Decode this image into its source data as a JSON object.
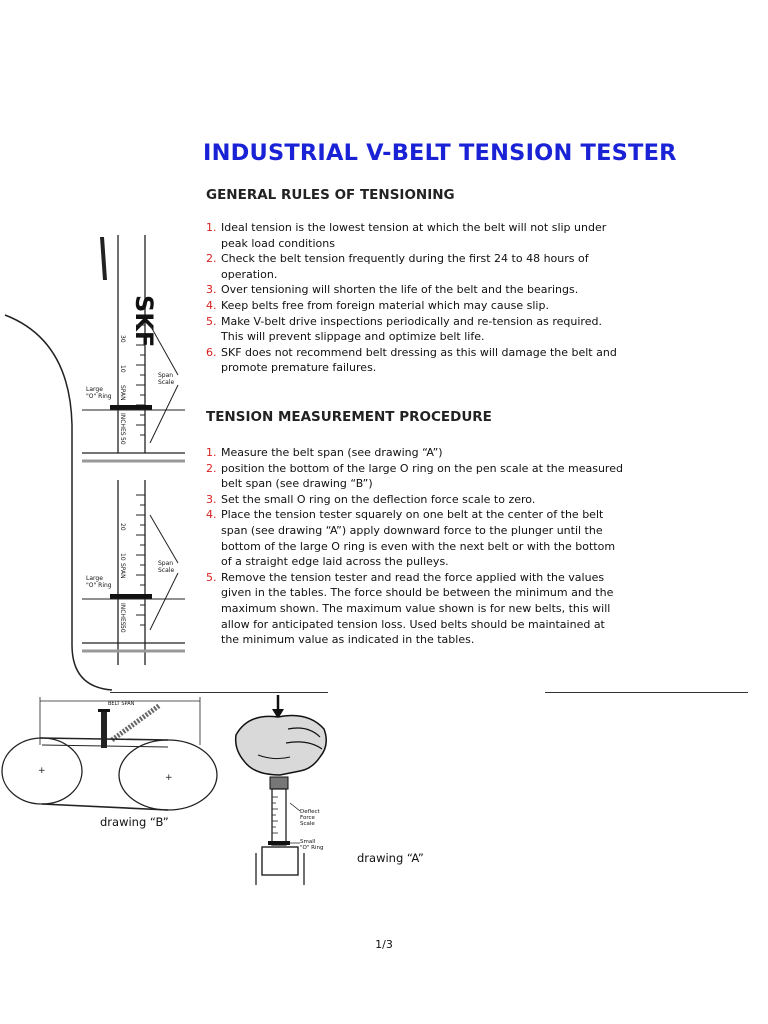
{
  "title": "INDUSTRIAL V-BELT TENSION TESTER",
  "general": {
    "heading": "GENERAL RULES OF TENSIONING",
    "items": [
      {
        "num": "1.",
        "text": "Ideal tension is the lowest tension at which the belt will not slip under peak load conditions"
      },
      {
        "num": "2.",
        "text": "Check the belt tension frequently during the first 24 to 48 hours of operation."
      },
      {
        "num": "3.",
        "text": "Over tensioning will shorten the life of the belt and the bearings."
      },
      {
        "num": "4.",
        "text": "Keep belts free from foreign material which may cause slip."
      },
      {
        "num": "5.",
        "text": "Make V-belt drive inspections periodically and re-tension as required. This will prevent slippage and optimize belt life."
      },
      {
        "num": "6.",
        "text": "SKF does not recommend belt dressing as this will damage the belt and promote premature failures."
      }
    ]
  },
  "procedure": {
    "heading": "TENSION MEASUREMENT PROCEDURE",
    "items": [
      {
        "num": "1.",
        "text": "Measure the belt span (see drawing “A”)"
      },
      {
        "num": "2.",
        "text": "position the bottom of the large O ring on the pen scale at the measured belt span (see drawing “B”)"
      },
      {
        "num": "3.",
        "text": "Set the small O ring on the deflection force scale to zero."
      },
      {
        "num": "4.",
        "text": "Place the tension tester squarely on one belt at the center of the belt span (see drawing “A”) apply downward force to the plunger  until the bottom of the large O ring is  even with the next belt or with the bottom of a straight edge laid across the pulleys."
      },
      {
        "num": "5.",
        "text": "Remove the tension tester and read the force applied with the values given in the tables. The force should be between the minimum and the maximum shown. The maximum value shown is for new belts, this will allow for anticipated tension loss. Used belts should be maintained at the minimum value as indicated in the tables."
      }
    ]
  },
  "illustrations": {
    "brand": "SKF",
    "span_scale": "Span\nScale",
    "large_o_ring": "Large\n\"O\" Ring",
    "belt_span": "BELT SPAN",
    "deflect_force_scale": "Deflect\nForce\nScale",
    "small_o_ring": "Small\n\"O\" Ring",
    "scale_inches": "INCHES",
    "scale_span": "SPAN",
    "ticks_top": [
      "30",
      "10",
      "50"
    ],
    "ticks_mid": [
      "20",
      "10",
      "50"
    ]
  },
  "captions": {
    "drawing_b": "drawing “B”",
    "drawing_a": "drawing “A”"
  },
  "page_number": "1/3"
}
